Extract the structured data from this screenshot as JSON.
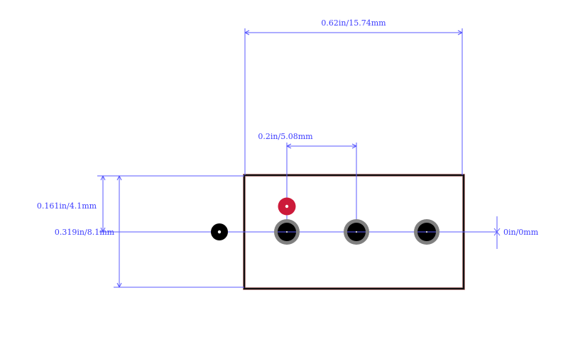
{
  "dimensions": {
    "width_top": "0.62in/15.74mm",
    "pitch": "0.2in/5.08mm",
    "height_upper": "0.161in/4.1mm",
    "height_total": "0.319in/8.1mm",
    "offset": "0in/0mm"
  },
  "colors": {
    "dimension_line": "#5a5aff",
    "dimension_text": "#3c3cff",
    "outline": "#111111",
    "outline_edge": "#e0a0a0",
    "pad_ring": "#808080",
    "hole": "#000000",
    "pin1_pad": "#cc1a3a",
    "drill_center": "#ffffff"
  }
}
